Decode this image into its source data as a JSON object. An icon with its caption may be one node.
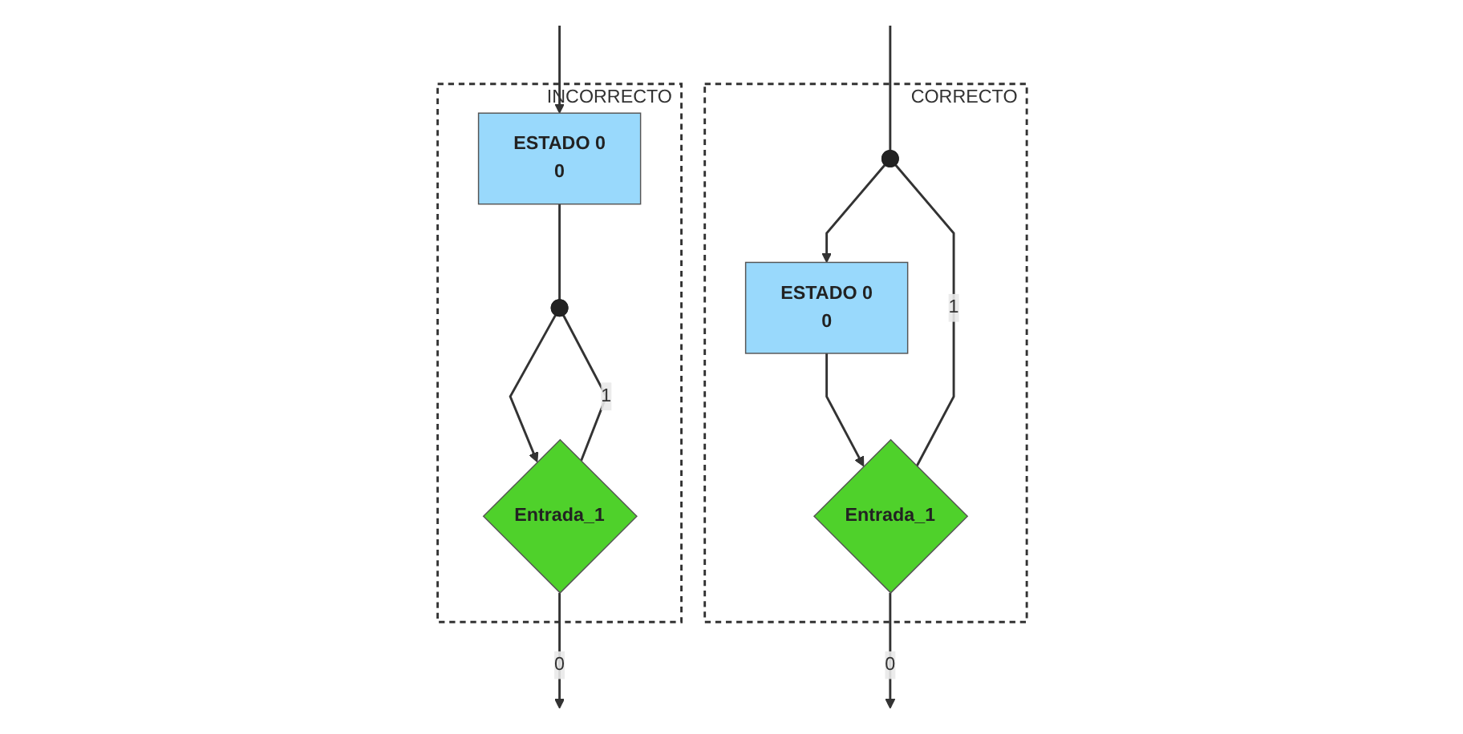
{
  "diagram": {
    "nodes": [
      {
        "text": [
          "INCORRECTO"
        ]
      },
      {
        "text": [
          "ESTADO 0",
          "0"
        ],
        "in": 0
      },
      {
        "text": [],
        "shape": "circle",
        "in": 0
      },
      {
        "text": [
          "Entrada_1"
        ],
        "in": 0
      },
      {
        "text": [
          "CORRECTO"
        ]
      },
      {
        "text": [],
        "shape": "circle",
        "in": 4
      },
      {
        "text": [
          "ESTADO 0",
          "0"
        ],
        "in": 4
      },
      {
        "text": [
          "Entrada_1"
        ],
        "in": 4
      }
    ],
    "edges": [
      {
        "from": null,
        "to": 1,
        "arrow": "to"
      },
      {
        "from": 1,
        "to": 2,
        "arrow": "none"
      },
      {
        "from": 2,
        "to": 3,
        "arrow": "to"
      },
      {
        "from": 3,
        "to": 2,
        "arrow": "none",
        "label": "1"
      },
      {
        "from": 3,
        "to": null,
        "arrow": "to",
        "label": "0"
      },
      {
        "from": null,
        "to": 5,
        "arrow": "none"
      },
      {
        "from": 5,
        "to": 6,
        "arrow": "to"
      },
      {
        "from": 6,
        "to": 7,
        "arrow": "to"
      },
      {
        "from": 7,
        "to": 5,
        "arrow": "none",
        "label": "1"
      },
      {
        "from": 7,
        "to": null,
        "arrow": "to",
        "label": "0"
      }
    ]
  }
}
